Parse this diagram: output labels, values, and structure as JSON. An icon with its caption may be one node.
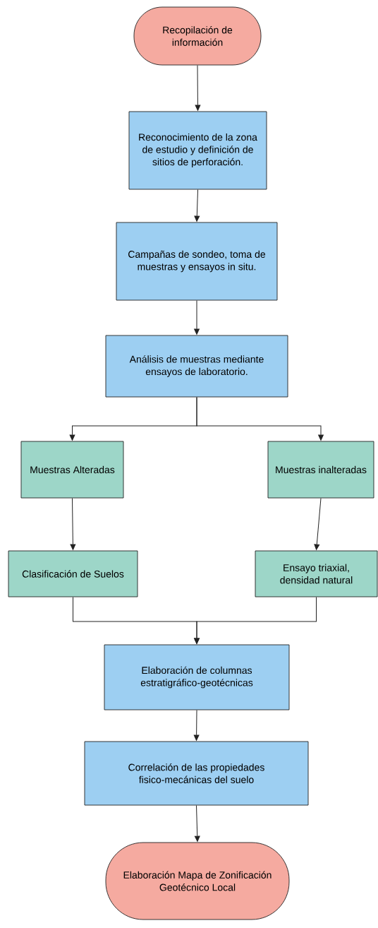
{
  "diagram": {
    "nodes": [
      {
        "text": [
          "Recopilación de información"
        ]
      },
      {
        "text": [
          "Reconocimiento de la zona de estudio y definición de sitios de perforación."
        ]
      },
      {
        "text": [
          "Campañas de sondeo, toma de muestras y ensayos in situ."
        ]
      },
      {
        "text": [
          "Análisis de muestras mediante ensayos de laboratorio."
        ]
      },
      {
        "text": [
          "Muestras Alteradas"
        ]
      },
      {
        "text": [
          "Muestras inalteradas"
        ]
      },
      {
        "text": [
          "Clasificación de Suelos"
        ]
      },
      {
        "text": [
          "Ensayo triaxial, densidad natural"
        ]
      },
      {
        "text": [
          "Elaboración de columnas estratigráfico-geotécnicas"
        ]
      },
      {
        "text": [
          "Correlación de las propiedades fisico-mecánicas del suelo"
        ]
      },
      {
        "text": [
          "Elaboración Mapa de Zonificación Geotécnico Local"
        ]
      }
    ],
    "edges": [
      {
        "from": 0,
        "to": 1,
        "arrow": "to"
      },
      {
        "from": 1,
        "to": 2,
        "arrow": "to"
      },
      {
        "from": 2,
        "to": 3,
        "arrow": "to"
      },
      {
        "from": 3,
        "to": 4,
        "arrow": "to"
      },
      {
        "from": 3,
        "to": 5,
        "arrow": "to"
      },
      {
        "from": 4,
        "to": 6,
        "arrow": "to"
      },
      {
        "from": 5,
        "to": 7,
        "arrow": "to"
      },
      {
        "from": 6,
        "to": 8,
        "arrow": "to"
      },
      {
        "from": 7,
        "to": 8,
        "arrow": "to"
      },
      {
        "from": 8,
        "to": 9,
        "arrow": "to"
      },
      {
        "from": 9,
        "to": 10,
        "arrow": "to"
      }
    ]
  }
}
